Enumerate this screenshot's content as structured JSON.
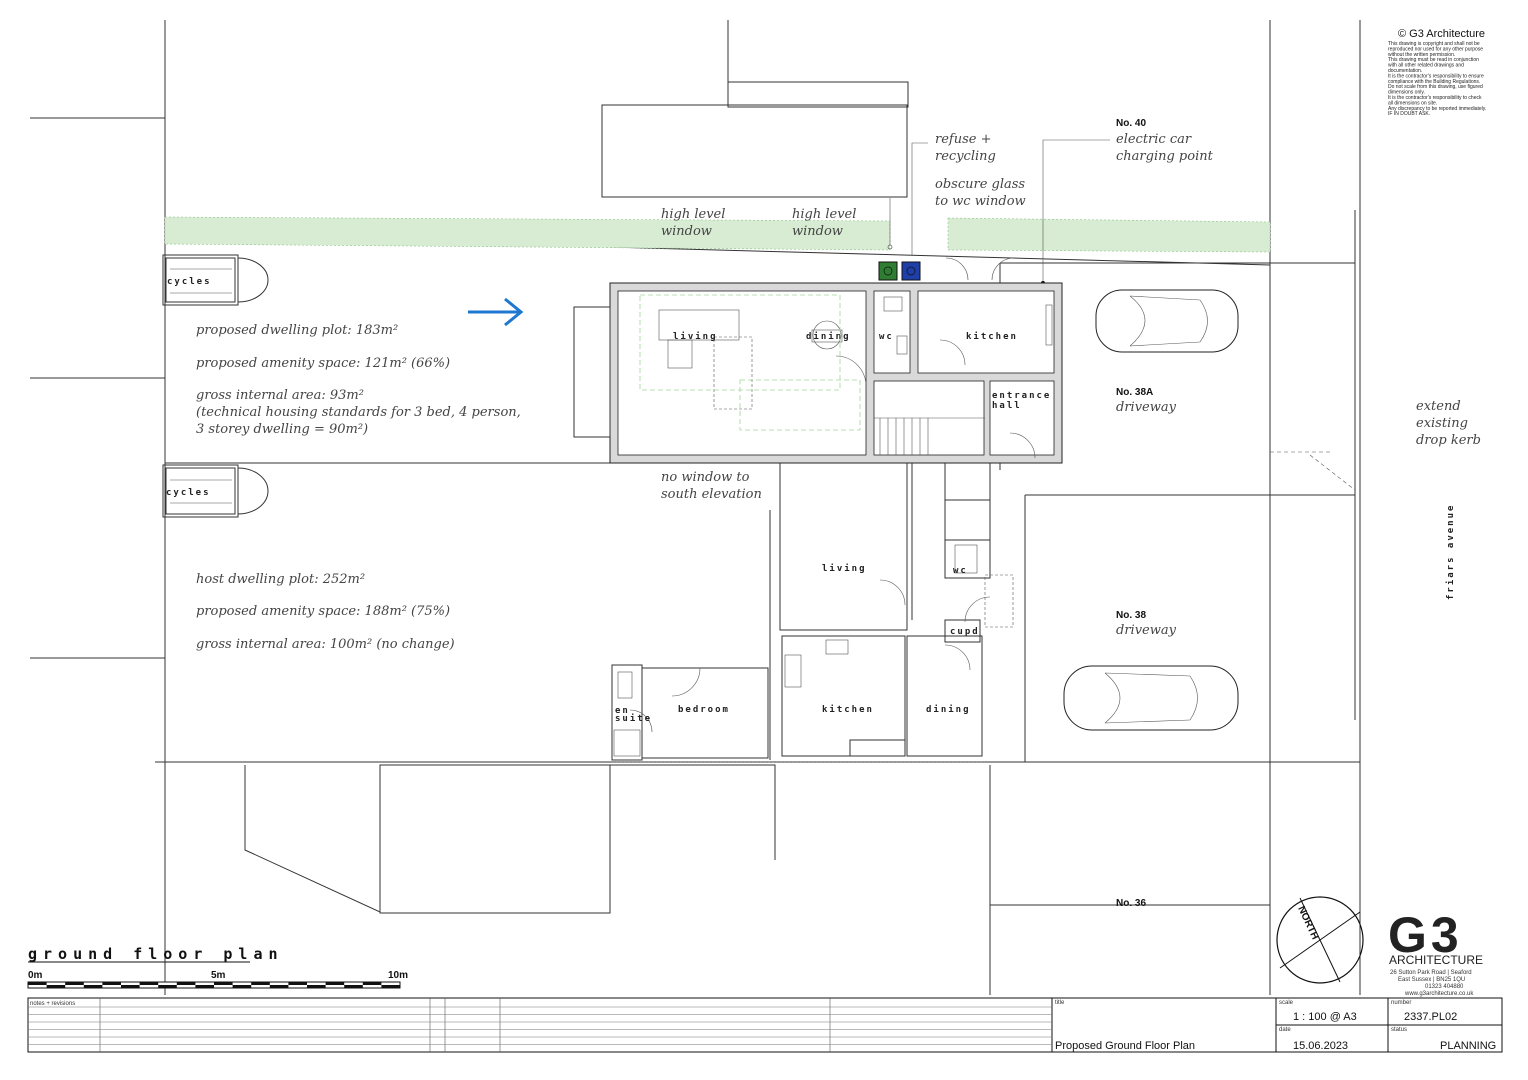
{
  "copyright": {
    "title": "© G3 Architecture",
    "lines": [
      "This drawing is copyright and shall not be",
      "reproduced nor used for any other purpose",
      "without the written permission.",
      "This drawing must be read in conjunction",
      "with all other related drawings and",
      "documentation.",
      "It is the contractor's responsibility to ensure",
      "compliance with the Building Regulations.",
      "Do not scale from this drawing, use figured",
      "dimensions only.",
      "It is the contractor's responsibility to check",
      "all dimensions on site.",
      "Any discrepancy to be reported immediately.",
      "IF IN DOUBT ASK."
    ]
  },
  "annotations": {
    "refuse": [
      "refuse +",
      "recycling"
    ],
    "obscure": [
      "obscure glass",
      "to wc window"
    ],
    "high_level_1": [
      "high level",
      "window"
    ],
    "high_level_2": [
      "high level",
      "window"
    ],
    "electric": [
      "electric car",
      "charging point"
    ],
    "no_window": [
      "no window to",
      "south elevation"
    ],
    "extend": [
      "extend",
      "existing",
      "drop kerb"
    ],
    "driveway_38a": "driveway",
    "driveway_38": "driveway"
  },
  "neighbours": {
    "no40": "No. 40",
    "no38a": "No. 38A",
    "no38": "No. 38",
    "no36": "No. 36"
  },
  "street": "friars avenue",
  "plot_info": {
    "proposed": [
      "proposed dwelling plot: 183m²",
      "proposed amenity space: 121m² (66%)",
      "gross internal area: 93m²",
      "(technical housing standards for 3 bed, 4 person,",
      "3 storey dwelling = 90m²)"
    ],
    "host": [
      "host dwelling plot: 252m²",
      "proposed amenity space: 188m² (75%)",
      "gross internal area: 100m² (no change)"
    ]
  },
  "rooms": {
    "new_living": "living",
    "new_dining": "dining",
    "new_wc": "wc",
    "new_kitchen": "kitchen",
    "new_entrance_1": "entrance",
    "new_entrance_2": "hall",
    "host_living": "living",
    "host_wc": "wc",
    "host_cupd": "cupd",
    "host_kitchen": "kitchen",
    "host_dining": "dining",
    "host_bedroom": "bedroom",
    "host_ensuite_1": "en",
    "host_ensuite_2": "suite",
    "cycles_1": "cycles",
    "cycles_2": "cycles"
  },
  "north": "NORTH",
  "drawing_title": "ground floor plan",
  "scale_bar": {
    "labels": [
      "0m",
      "5m",
      "10m"
    ]
  },
  "logo": {
    "mark": "G3",
    "name": "ARCHITECTURE",
    "address_1": "26 Sutton Park Road  |  Seaford",
    "address_2": "East Sussex  |  BN25 1QU",
    "phone": "01323 404880",
    "web": "www.g3architecture.co.uk"
  },
  "title_block": {
    "notes_label": "notes + revisions",
    "title_label": "title",
    "title": "Proposed Ground Floor Plan",
    "scale_label": "scale",
    "scale": "1 : 100 @ A3",
    "number_label": "number",
    "number": "2337.PL02",
    "date_label": "date",
    "date": "15.06.2023",
    "status_label": "status",
    "status": "PLANNING"
  },
  "colors": {
    "arrow": "#1f77d0",
    "bin_green": "#2e7d32",
    "bin_blue": "#1e3ea8",
    "hedge": "#8fc48a"
  }
}
